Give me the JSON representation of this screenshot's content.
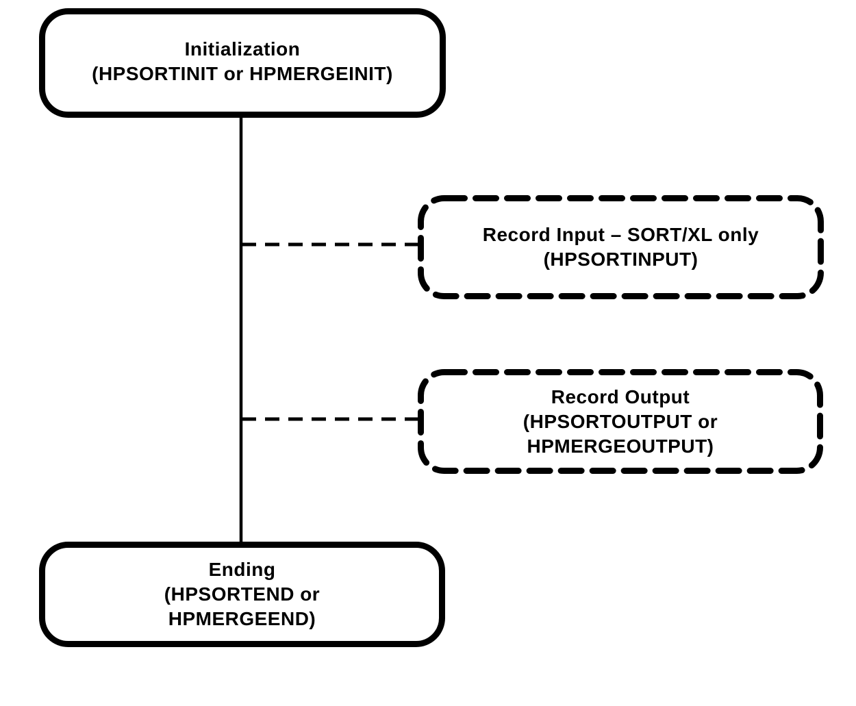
{
  "diagram": {
    "type": "flowchart",
    "description": "Sort/Merge intrinsic call sequence flowchart",
    "colors": {
      "background": "#ffffff",
      "ink": "#000000"
    },
    "boxes": {
      "initialization": {
        "style": "solid",
        "line1": "Initialization",
        "line2": "(HPSORTINIT or HPMERGEINIT)"
      },
      "record_input": {
        "style": "dashed",
        "line1": "Record Input – SORT/XL only",
        "line2": "(HPSORTINPUT)"
      },
      "record_output": {
        "style": "dashed",
        "line1": "Record Output",
        "line2": "(HPSORTOUTPUT or",
        "line3": "HPMERGEOUTPUT)"
      },
      "ending": {
        "style": "solid",
        "line1": "Ending",
        "line2": "(HPSORTEND or",
        "line3": "HPMERGEEND)"
      }
    },
    "connectors": [
      {
        "from": "initialization",
        "to": "ending",
        "style": "solid",
        "orientation": "vertical"
      },
      {
        "from": "main-line",
        "to": "record_input",
        "style": "dashed",
        "orientation": "horizontal"
      },
      {
        "from": "main-line",
        "to": "record_output",
        "style": "dashed",
        "orientation": "horizontal"
      }
    ]
  }
}
